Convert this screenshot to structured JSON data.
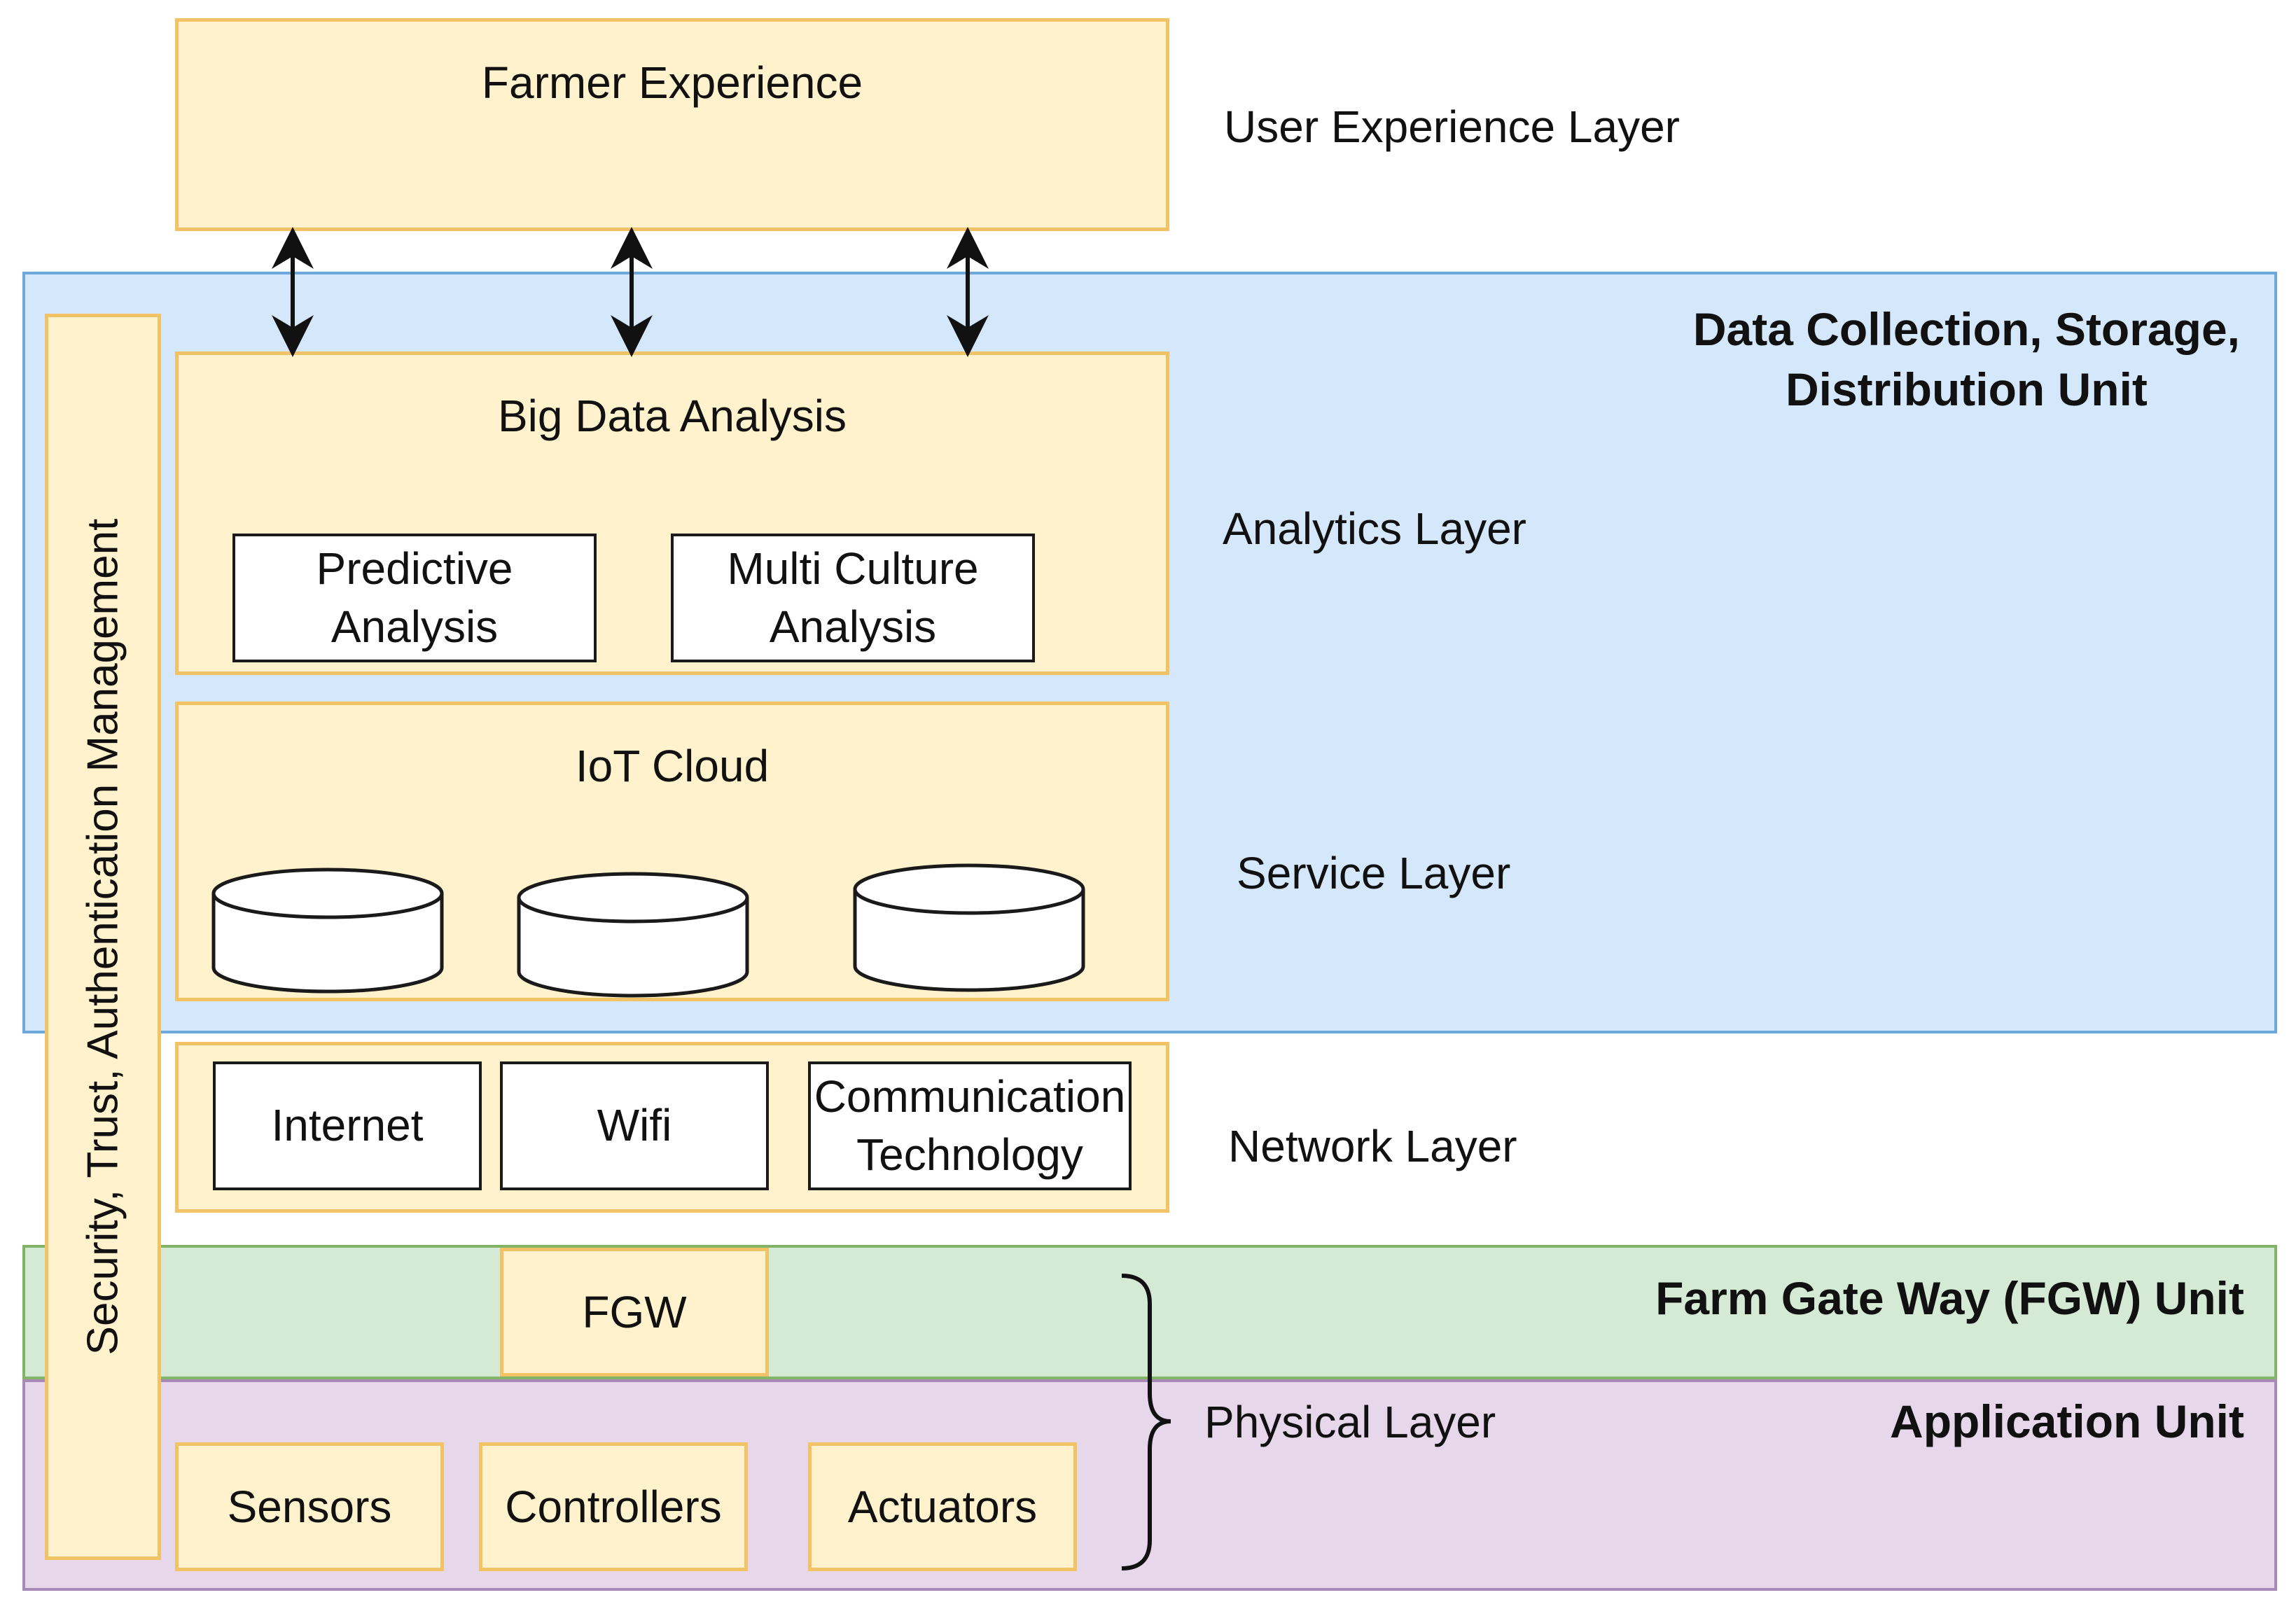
{
  "layers": {
    "user_experience": "User Experience Layer",
    "analytics": "Analytics Layer",
    "service": "Service Layer",
    "network": "Network Layer",
    "physical": "Physical Layer"
  },
  "units": {
    "data_unit_line1": "Data Collection, Storage,",
    "data_unit_line2": "Distribution Unit",
    "fgw_unit": "Farm Gate Way (FGW) Unit",
    "application_unit": "Application Unit"
  },
  "boxes": {
    "farmer_experience": "Farmer Experience",
    "big_data_analysis": "Big Data Analysis",
    "predictive_line1": "Predictive",
    "predictive_line2": "Analysis",
    "multi_culture_line1": "Multi Culture",
    "multi_culture_line2": "Analysis",
    "iot_cloud": "IoT Cloud",
    "internet": "Internet",
    "wifi": "Wifi",
    "communication_line1": "Communication",
    "communication_line2": "Technology",
    "fgw": "FGW",
    "sensors": "Sensors",
    "controllers": "Controllers",
    "actuators": "Actuators",
    "security": "Security, Trust, Authentication Management"
  },
  "colors": {
    "data_unit_fill": "#d5e8fb",
    "data_unit_border": "#6fa8dc",
    "fgw_unit_fill": "#d5ead5",
    "fgw_unit_border": "#82b366",
    "application_unit_fill": "#e6d7ea",
    "application_unit_border": "#a88ab8",
    "box_fill": "#fff2cc",
    "box_border": "#f2c267"
  }
}
